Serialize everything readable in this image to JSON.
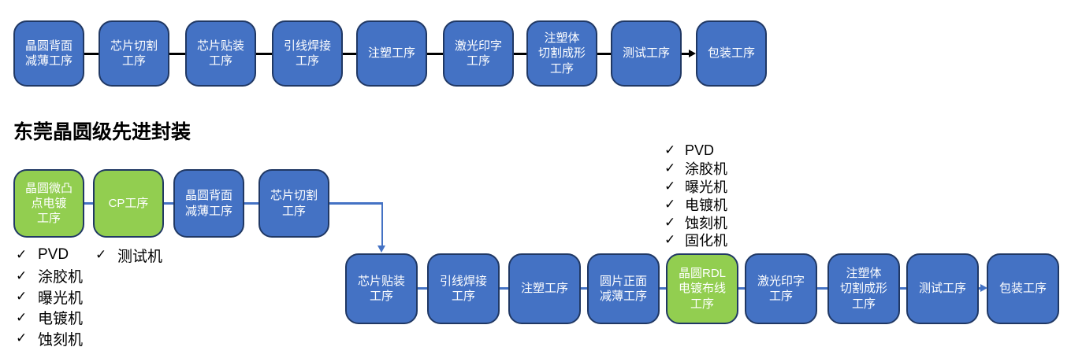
{
  "heading": "东莞晶圆级先进封装",
  "icons": {
    "check": "✓"
  },
  "colors": {
    "blue": "#4472C4",
    "green": "#92CE50",
    "border": "#203864",
    "line_black": "#000000",
    "line_blue": "#4472C4"
  },
  "flow1": {
    "steps": [
      "晶圆背面\n减薄工序",
      "芯片切割\n工序",
      "芯片贴装\n工序",
      "引线焊接\n工序",
      "注塑工序",
      "激光印字\n工序",
      "注塑体\n切割成形\n工序",
      "测试工序",
      "包装工序"
    ]
  },
  "flow2": {
    "row1": [
      "晶圆微凸\n点电镀\n工序",
      "CP工序",
      "晶圆背面\n减薄工序",
      "芯片切割\n工序"
    ],
    "row2": [
      "芯片贴装\n工序",
      "引线焊接\n工序",
      "注塑工序",
      "圆片正面\n减薄工序",
      "晶圆RDL\n电镀布线\n工序",
      "激光印字\n工序",
      "注塑体\n切割成形\n工序",
      "测试工序",
      "包装工序"
    ],
    "bump_plating_equipment": [
      "PVD",
      "涂胶机",
      "曝光机",
      "电镀机",
      "蚀刻机"
    ],
    "cp_equipment": [
      "测试机"
    ],
    "rdl_equipment": [
      "PVD",
      "涂胶机",
      "曝光机",
      "电镀机",
      "蚀刻机",
      "固化机"
    ]
  }
}
